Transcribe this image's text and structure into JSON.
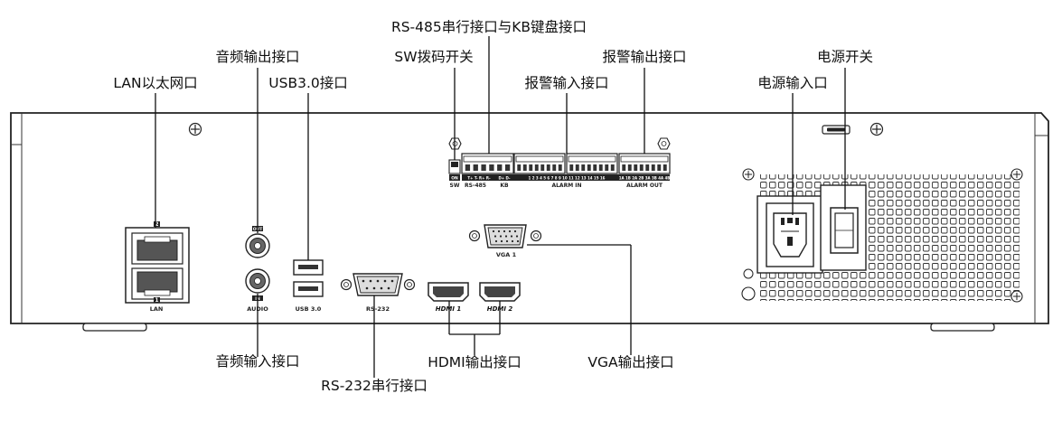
{
  "callouts": {
    "rs485_kb": "RS-485串行接口与KB键盘接口",
    "audio_out": "音频输出接口",
    "sw_switch": "SW拨码开关",
    "alarm_out": "报警输出接口",
    "power_switch": "电源开关",
    "lan": "LAN以太网口",
    "usb30": "USB3.0接口",
    "alarm_in": "报警输入接口",
    "power_in": "电源输入口",
    "audio_in": "音频输入接口",
    "hdmi": "HDMI输出接口",
    "vga": "VGA输出接口",
    "rs232": "RS-232串行接口"
  },
  "panel_labels": {
    "lan": "LAN",
    "lan_port1": "1",
    "lan_port2": "2",
    "audio": "AUDIO",
    "audio_out": "OUT",
    "audio_in": "IN",
    "usb": "USB 3.0",
    "rs232": "RS-232",
    "vga": "VGA 1",
    "hdmi1": "HDMI 1",
    "hdmi2": "HDMI 2",
    "sw_on": "ON",
    "sw": "SW",
    "rs485": "RS-485",
    "rs485_pins": "T+ T- R+ R-",
    "kb": "KB",
    "kb_pins": "D+ D-",
    "alarm_in": "ALARM IN",
    "alarm_in_pins": "1 2 3 4 5 6 7 8 9 10 11 12 13 14 15 16",
    "alarm_out": "ALARM OUT",
    "alarm_out_pins": "1A 1B 2A 2B 3A 3B 4A 4B"
  }
}
